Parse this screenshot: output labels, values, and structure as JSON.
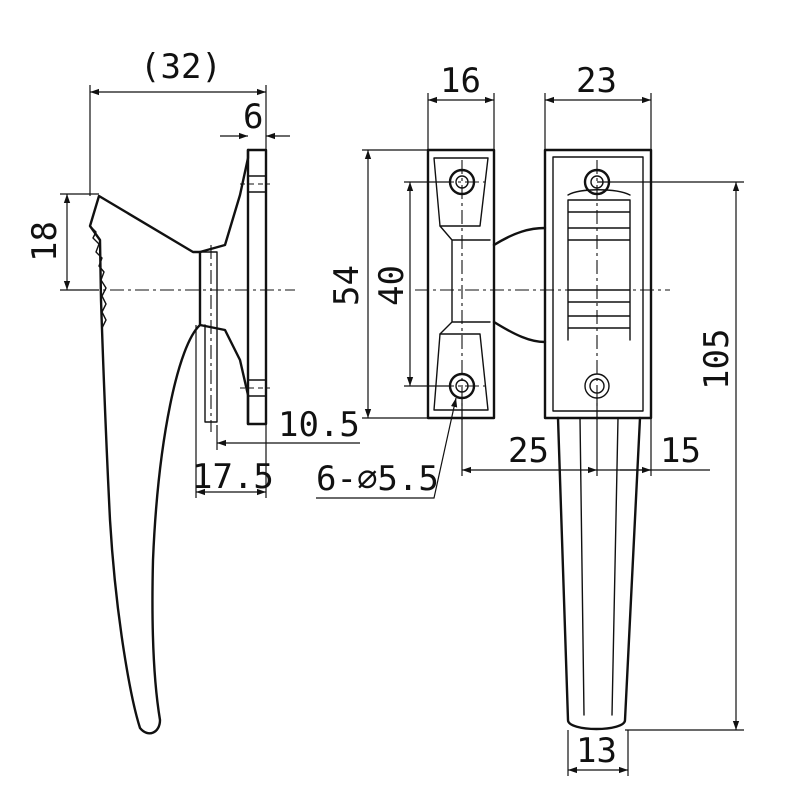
{
  "dimensions": {
    "side_width": "(32)",
    "side_thickness": "6",
    "side_height": "18",
    "side_offset": "10.5",
    "side_depth": "17.5",
    "base_width": "16",
    "handle_width": "23",
    "base_height": "54",
    "hole_spacing": "40",
    "hole_callout": "6-⌀5.5",
    "hole_offset": "25",
    "edge_offset": "15",
    "total_length": "105",
    "grip_width": "13"
  }
}
